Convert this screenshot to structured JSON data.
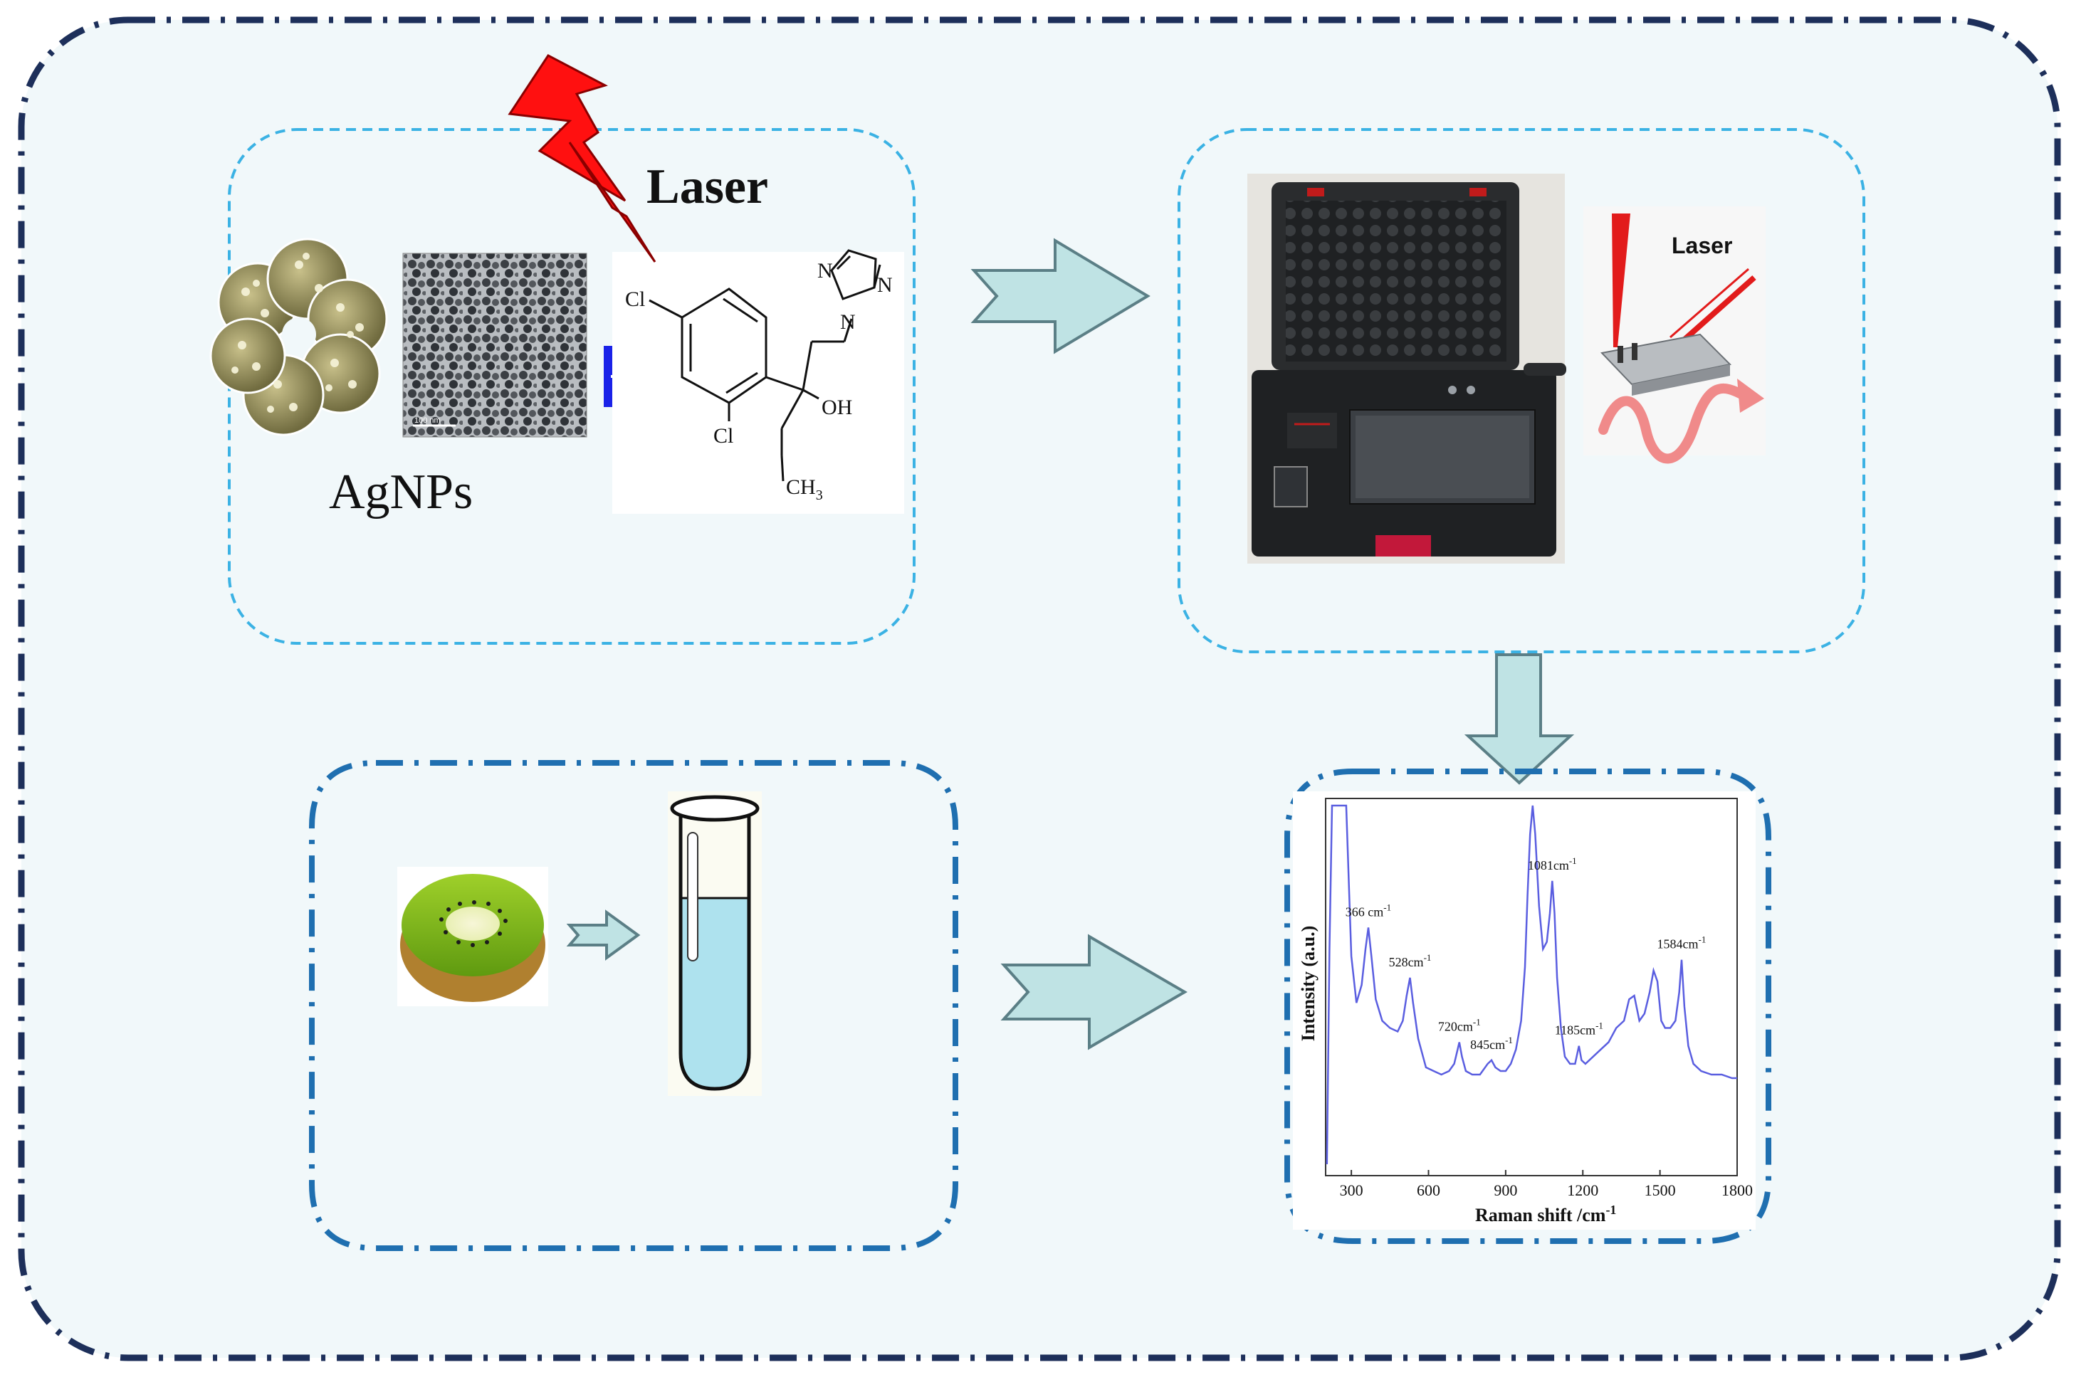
{
  "colors": {
    "outer_border": "#1d2f5a",
    "panel_fill": "#f1f8fa",
    "top_box_border": "#3bb2e4",
    "bottom_box_border": "#1f6fb0",
    "arrow_fill": "#bfe3e4",
    "arrow_stroke": "#5b7f86",
    "spectrum_line": "#5a5ee0",
    "laser_bolt": "#ff1010",
    "plus_box": "#1a22e8",
    "test_tube_liquid": "#aee2ee"
  },
  "step1": {
    "laser_label": "Laser",
    "agnps_label": "AgNPs",
    "plus_symbol": "+",
    "molecule": {
      "cl_top": "Cl",
      "cl_bottom": "Cl",
      "oh": "OH",
      "ch3": "CH",
      "ch3_sub": "3",
      "n_a": "N",
      "n_b": "N",
      "n_c": "N"
    },
    "tem_scale": "100 nm"
  },
  "step2": {
    "device_inset_label": "Laser"
  },
  "step3": {
    "icons": [
      "kiwi-fruit-icon",
      "test-tube-icon"
    ]
  },
  "chart_data": {
    "type": "line",
    "xlabel": "Raman shift /cm",
    "xlabel_sup": "-1",
    "ylabel": "Intensity (a.u.)",
    "xlim": [
      200,
      1800
    ],
    "xticks": [
      "300",
      "600",
      "900",
      "1200",
      "1500",
      "1800"
    ],
    "annotations": [
      {
        "text": "366 cm",
        "sup": "-1",
        "x": 366
      },
      {
        "text": "528cm",
        "sup": "-1",
        "x": 528
      },
      {
        "text": "720cm",
        "sup": "-1",
        "x": 720
      },
      {
        "text": "845cm",
        "sup": "-1",
        "x": 845
      },
      {
        "text": "1081cm",
        "sup": "-1",
        "x": 1081
      },
      {
        "text": "1185cm",
        "sup": "-1",
        "x": 1185
      },
      {
        "text": "1584cm",
        "sup": "-1",
        "x": 1584
      }
    ],
    "series": [
      {
        "x": [
          205,
          215,
          225,
          240,
          260,
          280,
          300,
          320,
          340,
          355,
          366,
          378,
          395,
          420,
          450,
          480,
          500,
          515,
          528,
          540,
          560,
          590,
          620,
          650,
          680,
          700,
          710,
          720,
          730,
          745,
          770,
          800,
          830,
          845,
          860,
          880,
          900,
          920,
          940,
          960,
          975,
          985,
          995,
          1005,
          1015,
          1030,
          1045,
          1060,
          1072,
          1081,
          1090,
          1100,
          1115,
          1130,
          1150,
          1170,
          1185,
          1195,
          1210,
          1240,
          1270,
          1300,
          1330,
          1360,
          1380,
          1400,
          1420,
          1440,
          1460,
          1475,
          1490,
          1505,
          1520,
          1540,
          1560,
          1575,
          1584,
          1595,
          1610,
          1630,
          1660,
          1700,
          1740,
          1780,
          1800
        ],
        "y": [
          0,
          60,
          100,
          100,
          100,
          100,
          58,
          45,
          50,
          60,
          66,
          58,
          46,
          40,
          38,
          37,
          40,
          47,
          52,
          45,
          35,
          27,
          26,
          25,
          26,
          28,
          31,
          34,
          30,
          26,
          25,
          25,
          28,
          29,
          27,
          26,
          26,
          28,
          32,
          40,
          55,
          75,
          92,
          100,
          92,
          72,
          60,
          62,
          70,
          79,
          70,
          52,
          38,
          30,
          28,
          28,
          33,
          29,
          28,
          30,
          32,
          34,
          38,
          40,
          46,
          47,
          40,
          42,
          48,
          54,
          51,
          40,
          38,
          38,
          40,
          48,
          57,
          44,
          33,
          28,
          26,
          25,
          25,
          24,
          24
        ]
      }
    ]
  }
}
